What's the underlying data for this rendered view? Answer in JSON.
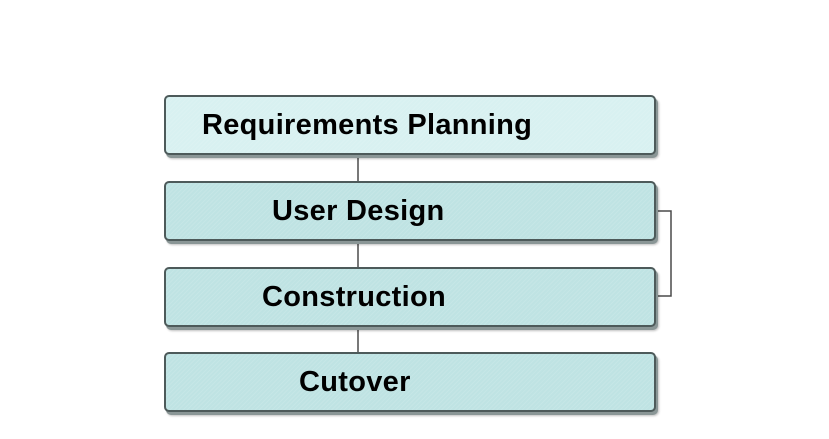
{
  "diagram": {
    "phases": [
      {
        "label": "Requirements Planning"
      },
      {
        "label": "User Design"
      },
      {
        "label": "Construction"
      },
      {
        "label": "Cutover"
      }
    ],
    "colors": {
      "box_light": "#d8f1f1",
      "box_mid": "#bfe3e3",
      "border": "#4d5a5a",
      "connector": "#4a4a4a",
      "text": "#000000"
    }
  }
}
